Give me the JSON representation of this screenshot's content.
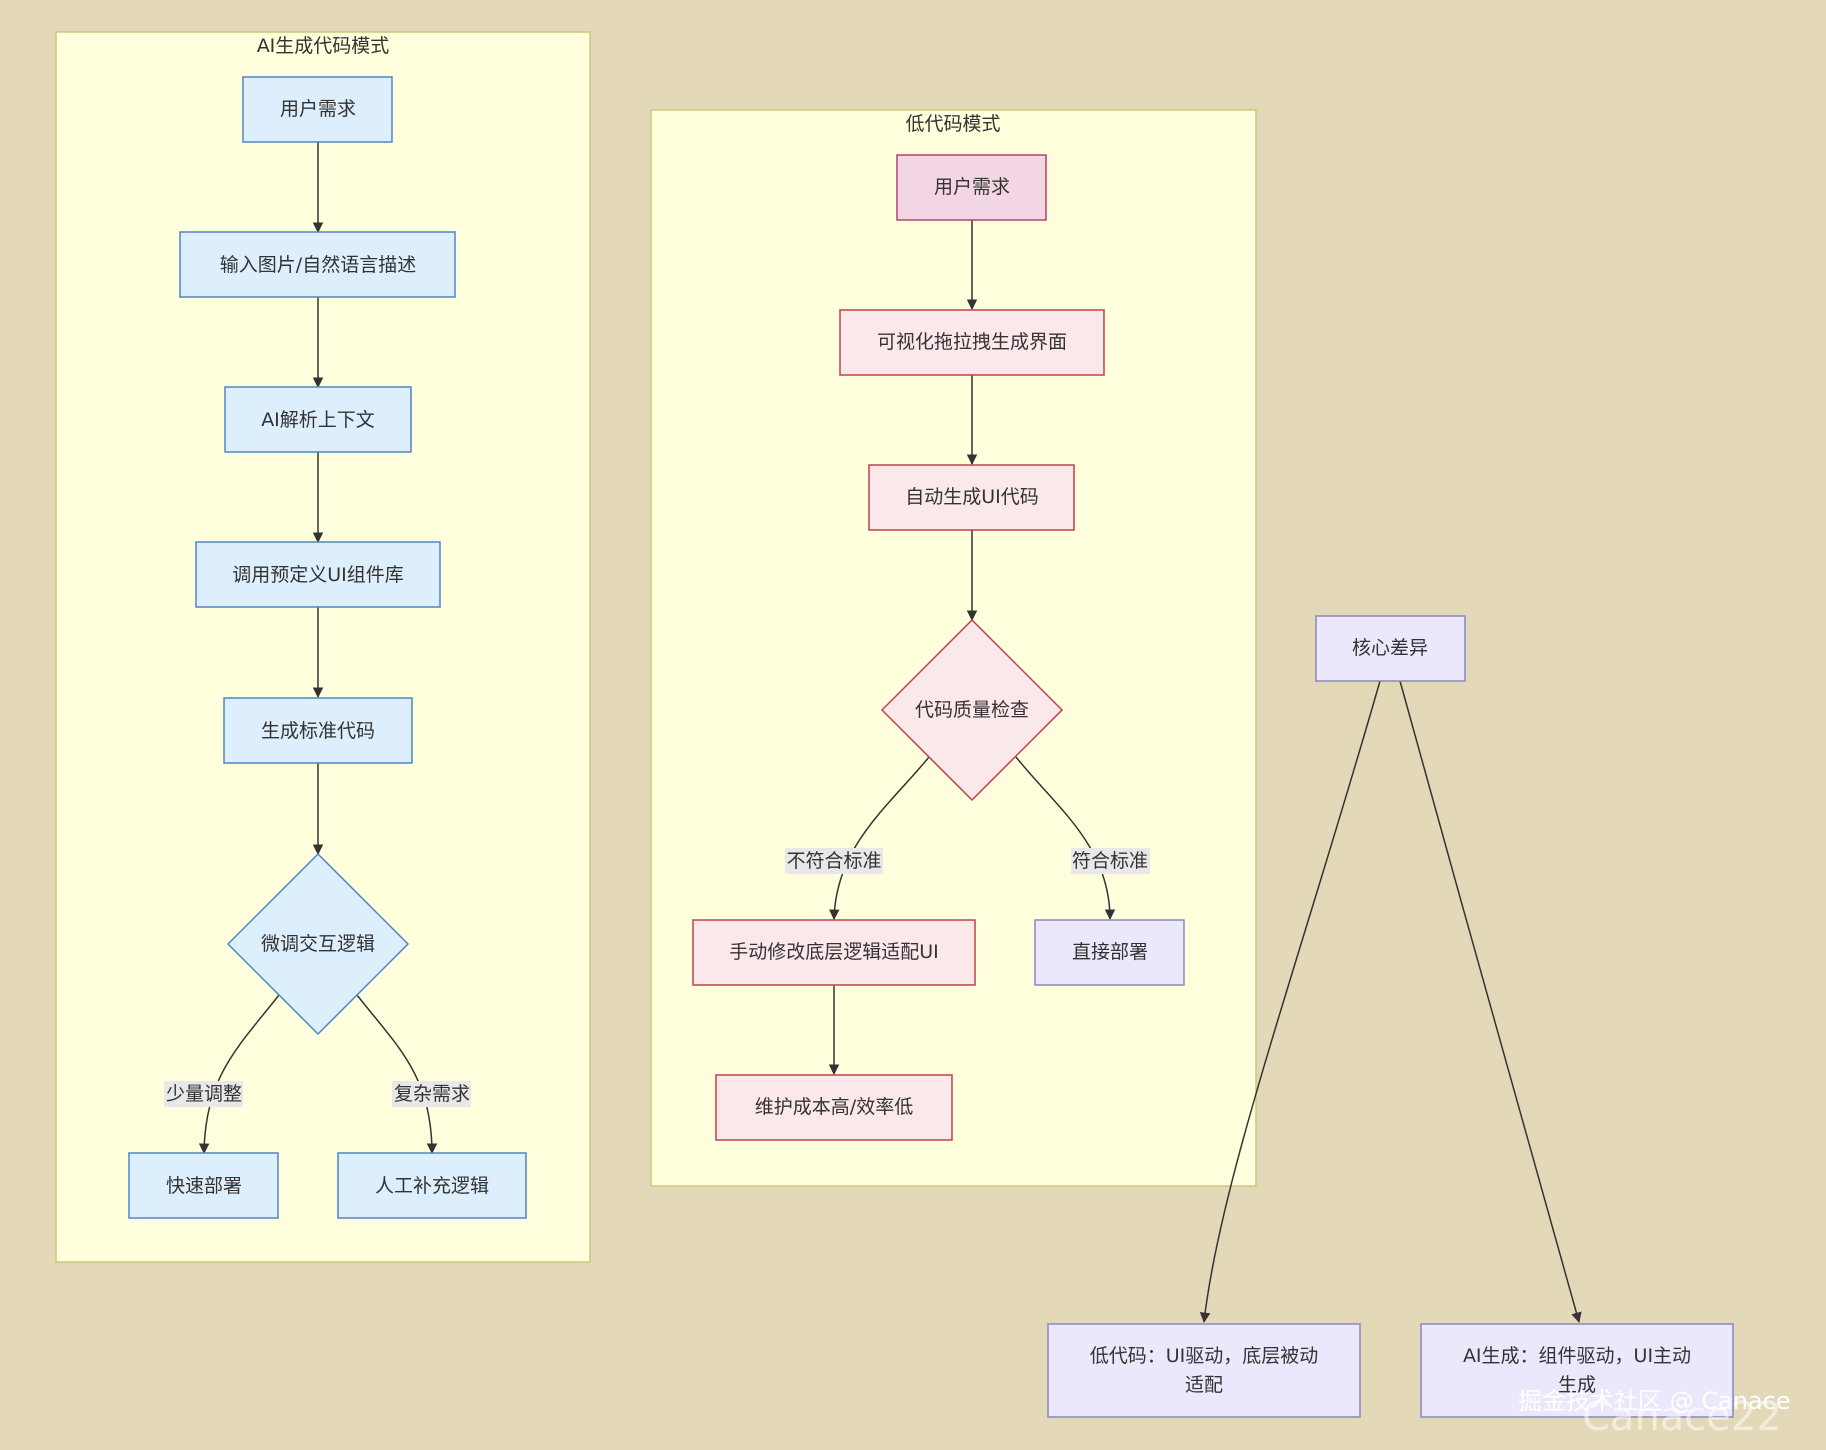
{
  "colors": {
    "background": "#e3d8b8",
    "cluster_fill": "#ffffde",
    "cluster_stroke": "#c9c97a",
    "blue_fill": "#ddeefc",
    "blue_stroke": "#4f86c8",
    "pink_fill": "#fbe8ea",
    "pink_stroke": "#c0404a",
    "pink_strong_fill": "#f2d6e4",
    "pink_strong_stroke": "#b04272",
    "lavender_fill": "#ebe8fb",
    "lavender_stroke": "#8a86c8",
    "edge": "#333333",
    "edge_label_bg": "#e8e8e8"
  },
  "clusters": {
    "ai": {
      "title": "AI生成代码模式"
    },
    "lowcode": {
      "title": "低代码模式"
    }
  },
  "nodes": {
    "ai_user_need": "用户需求",
    "ai_input": "输入图片/自然语言描述",
    "ai_parse": "AI解析上下文",
    "ai_call_lib": "调用预定义UI组件库",
    "ai_gen_code": "生成标准代码",
    "ai_tweak": "微调交互逻辑",
    "ai_quick_deploy": "快速部署",
    "ai_manual_logic": "人工补充逻辑",
    "lc_user_need": "用户需求",
    "lc_drag": "可视化拖拉拽生成界面",
    "lc_auto_gen": "自动生成UI代码",
    "lc_quality": "代码质量检查",
    "lc_manual_fix": "手动修改底层逻辑适配UI",
    "lc_deploy": "直接部署",
    "lc_cost": "维护成本高/效率低",
    "core_diff": "核心差异",
    "diff_lowcode_line1": "低代码：UI驱动，底层被动",
    "diff_lowcode_line2": "适配",
    "diff_ai_line1": "AI生成：组件驱动，UI主动",
    "diff_ai_line2": "生成"
  },
  "edge_labels": {
    "minor": "少量调整",
    "complex": "复杂需求",
    "fail": "不符合标准",
    "pass": "符合标准"
  },
  "watermark": {
    "line1": "掘金技术社区 @ Canace",
    "line2": "Canace22"
  }
}
